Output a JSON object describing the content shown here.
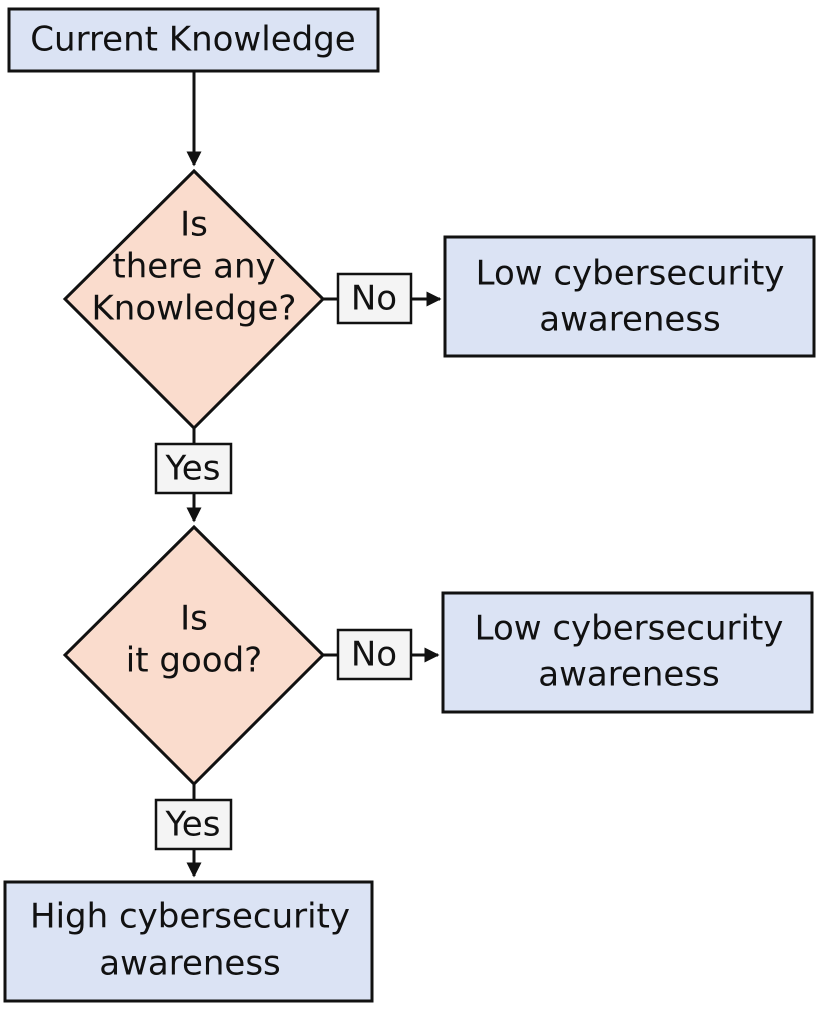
{
  "colors": {
    "process_fill": "#dbe3f4",
    "decision_fill": "#fadccd",
    "edge_label_fill": "#f4f4f4",
    "stroke": "#111111"
  },
  "nodes": {
    "start": {
      "lines": [
        "Current Knowledge"
      ]
    },
    "decision1": {
      "lines": [
        "Is",
        "there any",
        "Knowledge?"
      ]
    },
    "outcome1": {
      "lines": [
        "Low cybersecurity",
        "awareness"
      ]
    },
    "decision2": {
      "lines": [
        "Is",
        "it good?"
      ]
    },
    "outcome2": {
      "lines": [
        "Low cybersecurity",
        "awareness"
      ]
    },
    "final": {
      "lines": [
        "High cybersecurity",
        "awareness"
      ]
    }
  },
  "edge_labels": {
    "d1_no": "No",
    "d1_yes": "Yes",
    "d2_no": "No",
    "d2_yes": "Yes"
  }
}
